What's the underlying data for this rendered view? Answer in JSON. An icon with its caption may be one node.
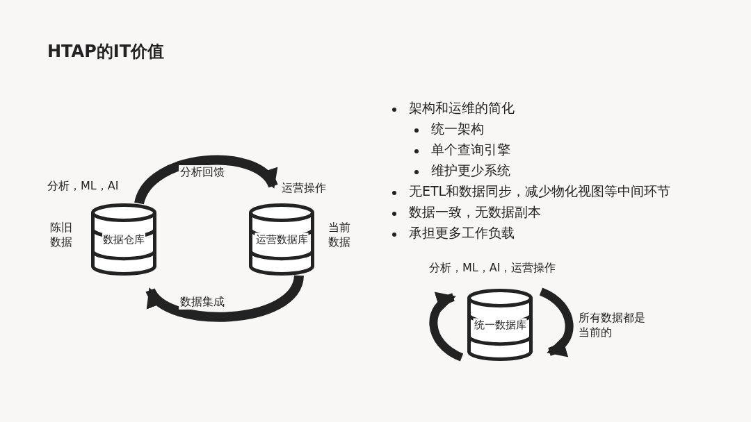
{
  "diagram": {
    "title": "HTAP的IT价值",
    "nodes": [
      {
        "text": [
          "数据仓库"
        ],
        "beside": [
          "分析，ML，AI",
          "陈旧数据"
        ]
      },
      {
        "text": [
          "运营数据库"
        ],
        "beside": [
          "运营操作",
          "当前数据"
        ]
      },
      {
        "text": [
          "统一数据库"
        ],
        "beside": [
          "分析，ML，AI，运营操作"
        ]
      }
    ],
    "edges": [
      {
        "from": 0,
        "to": 1,
        "arrow": "to",
        "label": "分析回馈"
      },
      {
        "from": 1,
        "to": 0,
        "arrow": "to",
        "label": "数据集成"
      }
    ],
    "labels": [
      "架构和运维的简化",
      "统一架构",
      "单个查询引擎",
      "维护更少系统",
      "无ETL和数据同步，减少物化视图等中间环节",
      "数据一致，无数据副本",
      "承担更多工作负载",
      "所有数据都是当前的"
    ]
  }
}
